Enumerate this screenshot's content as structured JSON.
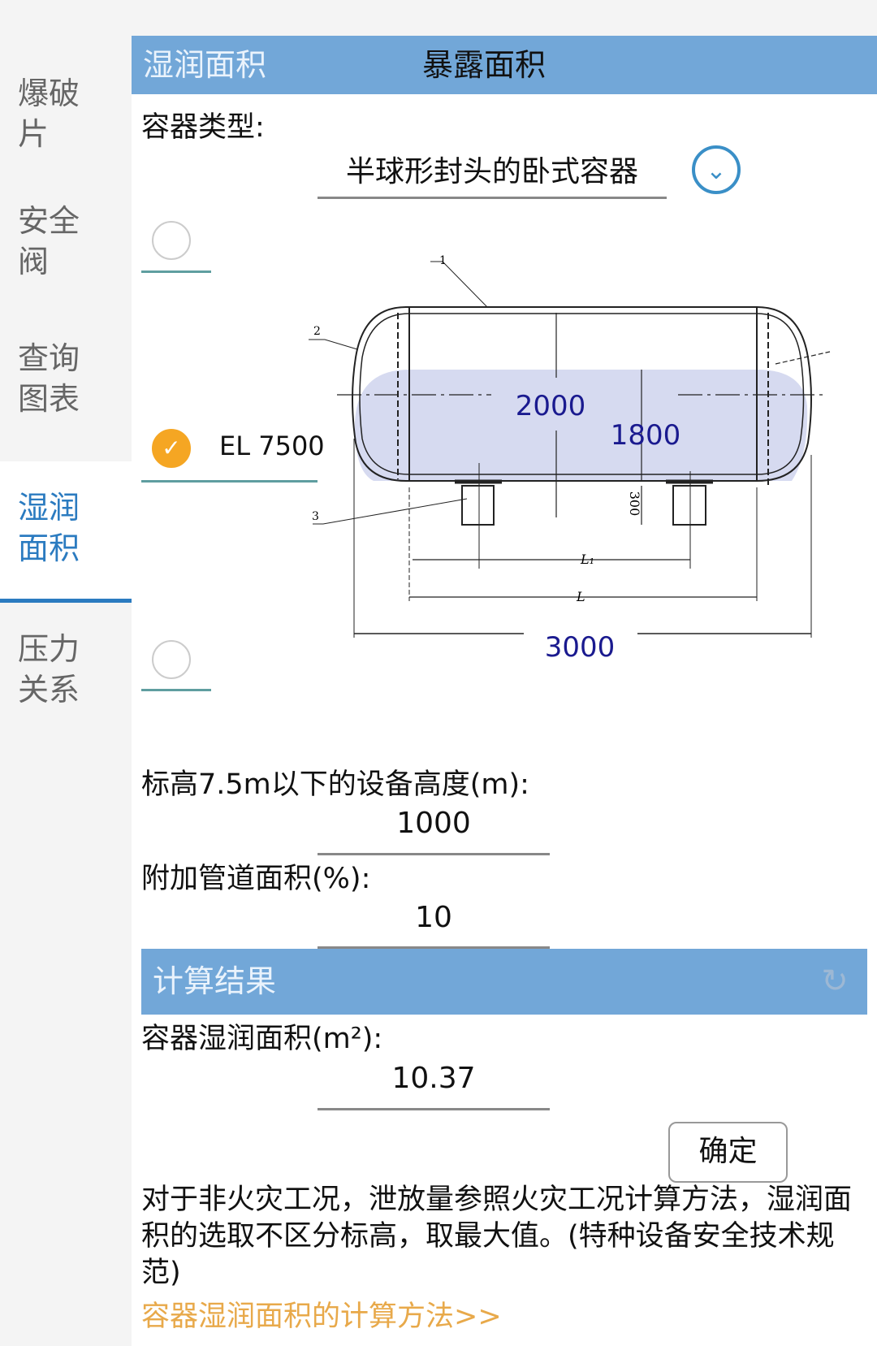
{
  "sidebar": {
    "items": [
      {
        "label": "爆破片"
      },
      {
        "label": "安全阀"
      },
      {
        "label": "查询图表"
      },
      {
        "label": "湿润面积"
      },
      {
        "label": "压力关系"
      }
    ]
  },
  "tabs": [
    {
      "label": "湿润面积"
    },
    {
      "label": "暴露面积"
    }
  ],
  "form": {
    "vessel_type_label": "容器类型:",
    "vessel_type_value": "半球形封头的卧式容器",
    "options": [
      {
        "label": ""
      },
      {
        "label": "EL 7500"
      },
      {
        "label": ""
      }
    ],
    "height_label": "标高7.5m以下的设备高度(m):",
    "height_value": "1000",
    "pipe_label": "附加管道面积(%):",
    "pipe_value": "10"
  },
  "diagram": {
    "diameter": "2000",
    "liquid_level": "1800",
    "length": "3000",
    "callouts": [
      "1",
      "2",
      "3"
    ],
    "nozzle": "300",
    "L1": "L₁",
    "L": "L"
  },
  "result": {
    "title": "计算结果",
    "area_label": "容器湿润面积(m²):",
    "area_value": "10.37",
    "confirm": "确定"
  },
  "note": {
    "text": "对于非火灾工况，泄放量参照火灾工况计算方法，湿润面积的选取不区分标高，取最大值。(特种设备安全技术规范)",
    "link": "容器湿润面积的计算方法>>"
  },
  "colors": {
    "accent": "#72a7d8",
    "active": "#2b7bc0",
    "check": "#f5a623",
    "link": "#e8a94a"
  }
}
